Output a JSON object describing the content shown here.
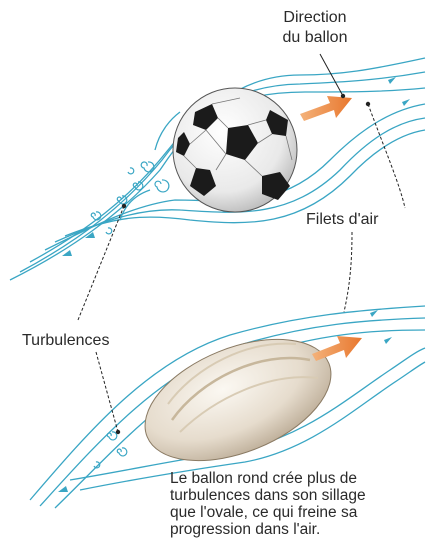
{
  "labels": {
    "direction_line1": "Direction",
    "direction_line2": "du ballon",
    "filets": "Filets d'air",
    "turbulences": "Turbulences"
  },
  "caption": {
    "line1": "Le ballon rond crée plus de",
    "line2": "turbulences dans son sillage",
    "line3": "que l'ovale, ce qui freine sa",
    "line4": "progression dans l'air."
  },
  "colors": {
    "airflow": "#3aa6c4",
    "arrow": "#e8772e",
    "leader": "#222222",
    "text": "#2a2a2a"
  },
  "icons": {
    "ball_top": "soccer-ball",
    "ball_bottom": "rugby-ball"
  }
}
